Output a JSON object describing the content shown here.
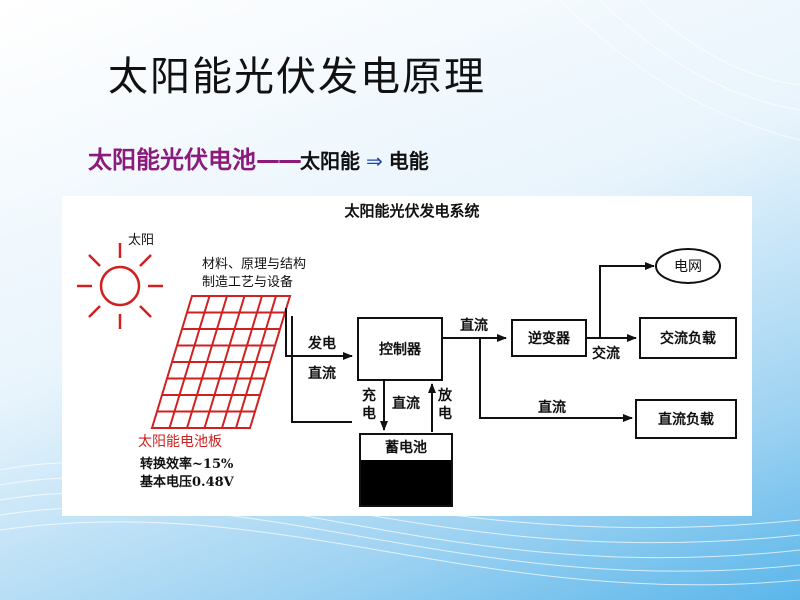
{
  "slide": {
    "title": "太阳能光伏发电原理",
    "subtitle": {
      "main": "太阳能光伏电池",
      "dash": "——",
      "from": "太阳能",
      "arrow": "⇒",
      "to": "电能"
    }
  },
  "diagram": {
    "title": "太阳能光伏发电系统",
    "sun_label": "太阳",
    "panel_note_1": "材料、原理与结构",
    "panel_note_2": "制造工艺与设备",
    "panel_label": "太阳能电池板",
    "efficiency": "转换效率~15%",
    "voltage": "基本电压0.48V",
    "gen_label": "发电",
    "dc_label": "直流",
    "controller": "控制器",
    "battery": "蓄电池",
    "charge_1": "充",
    "charge_2": "电",
    "discharge_1": "放",
    "discharge_2": "电",
    "battery_dc": "直流",
    "out_dc_top": "直流",
    "inverter": "逆变器",
    "ac_label": "交流",
    "grid": "电网",
    "ac_load": "交流负载",
    "out_dc_bottom": "直流",
    "dc_load": "直流负载",
    "colors": {
      "red": "#d02020",
      "purple": "#8b1a7a",
      "ink": "#111111"
    }
  }
}
